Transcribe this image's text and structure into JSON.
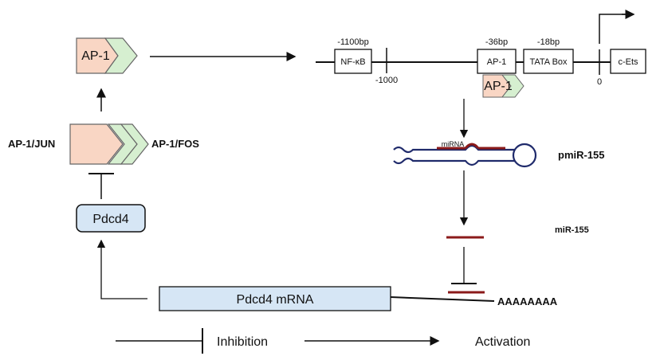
{
  "factors": {
    "ap1_top": "AP-1",
    "ap1_small": "AP-1",
    "jun_label": "AP-1/JUN",
    "fos_label": "AP-1/FOS"
  },
  "pdcd4": {
    "protein": "Pdcd4",
    "mrna": "Pdcd4 mRNA",
    "polya": "AAAAAAAA"
  },
  "promoter": {
    "nfkb_box": "NF-κB",
    "nfkb_pos": "-1100bp",
    "tick_1000": "-1000",
    "ap1_box": "AP-1",
    "ap1_pos": "-36bp",
    "tata_box": "TATA Box",
    "tata_pos": "-18bp",
    "zero": "0",
    "cets_box": "c-Ets"
  },
  "mirna": {
    "hairpin_label": "miRNA",
    "pmir": "pmiR-155",
    "mir": "miR-155"
  },
  "legend": {
    "inhibition": "Inhibition",
    "activation": "Activation"
  },
  "colors": {
    "salmon": "#f9d6c4",
    "green": "#d6efd0",
    "blue_box": "#d6e6f5",
    "mirna_red": "#8b1a1a",
    "hairpin_blue": "#1f2a6b"
  }
}
